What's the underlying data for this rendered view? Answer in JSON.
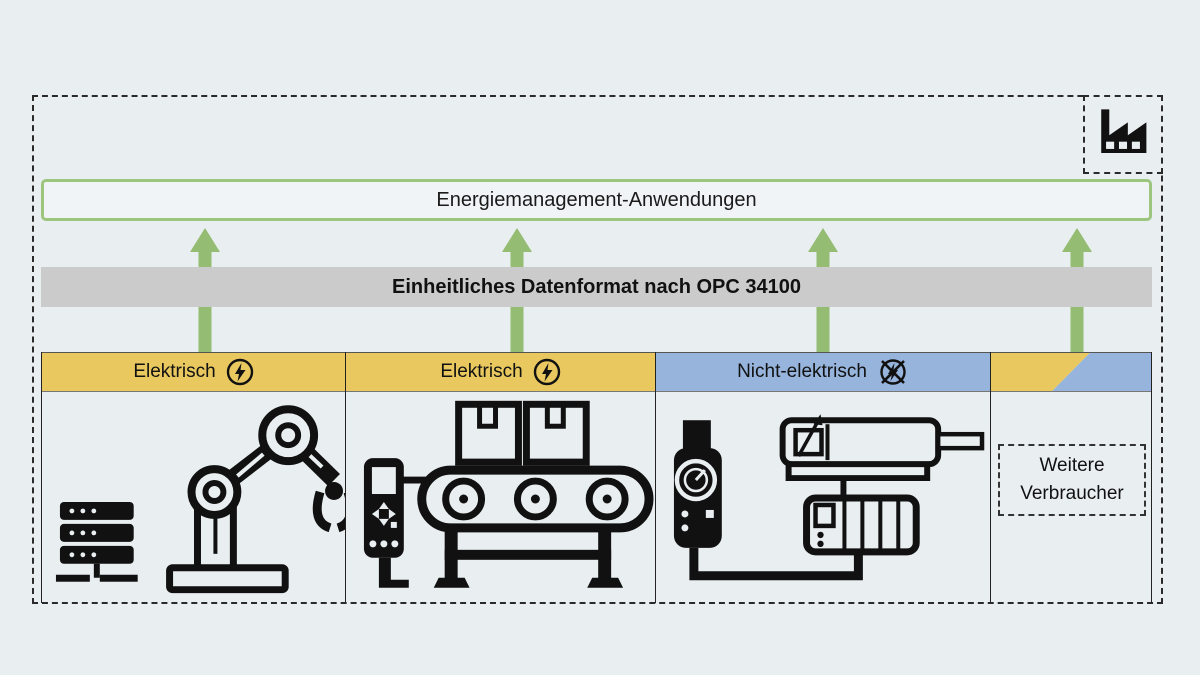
{
  "colors": {
    "background": "#E9EEF1",
    "arrow_green": "#94BC72",
    "app_box_border_green": "#9CC57D",
    "format_bar_gray": "#CBCBCB",
    "electric_yellow": "#E9C95F",
    "non_electric_blue": "#96B4DC",
    "icon_black": "#111111"
  },
  "app_bar": {
    "label": "Energiemanagement-Anwendungen"
  },
  "format_bar": {
    "label": "Einheitliches Datenformat nach OPC 34100"
  },
  "arrows": {
    "count": 4,
    "direction": "up"
  },
  "factory": {
    "icon": "factory-icon"
  },
  "columns": [
    {
      "header_label": "Elektrisch",
      "header_icon": "lightning-circle-icon",
      "header_color": "#E9C95F",
      "content_icon": "robot-arm-with-server-icon"
    },
    {
      "header_label": "Elektrisch",
      "header_icon": "lightning-circle-icon",
      "header_color": "#E9C95F",
      "content_icon": "conveyor-belt-with-boxes-icon"
    },
    {
      "header_label": "Nicht-elektrisch",
      "header_icon": "crossed-lightning-circle-icon",
      "header_color": "#96B4DC",
      "content_icon": "pneumatic-system-icon"
    },
    {
      "header_label": "",
      "header_color": "diagonal-yellow-blue",
      "content_label": "Weitere Verbraucher"
    }
  ]
}
